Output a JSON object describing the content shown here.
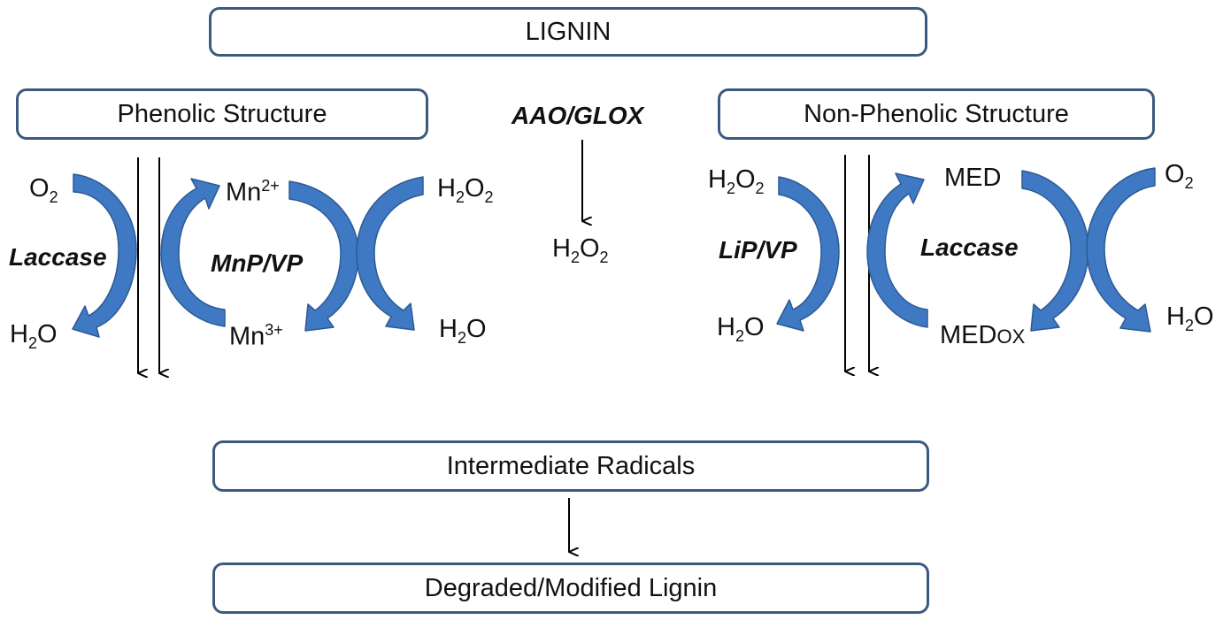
{
  "boxes": {
    "lignin": "LIGNIN",
    "phenolic": "Phenolic Structure",
    "non_phenolic": "Non-Phenolic Structure",
    "intermediate": "Intermediate Radicals",
    "degraded": "Degraded/Modified Lignin"
  },
  "enzymes": {
    "laccase_left": "Laccase",
    "mnp_vp": "MnP/VP",
    "aao_glox": "AAO/GLOX",
    "lip_vp": "LiP/VP",
    "laccase_right": "Laccase"
  },
  "species": {
    "o2_left": {
      "base": "O",
      "sub": "2"
    },
    "h2o_left": {
      "pre": "H",
      "sub": "2",
      "post": "O"
    },
    "mn2": {
      "base": "Mn",
      "sup": "2+"
    },
    "mn3": {
      "base": "Mn",
      "sup": "3+"
    },
    "h2o2_mnp": {
      "pre": "H",
      "sub1": "2",
      "mid": "O",
      "sub2": "2"
    },
    "h2o_mnp": {
      "pre": "H",
      "sub": "2",
      "post": "O"
    },
    "h2o2_aao": {
      "pre": "H",
      "sub1": "2",
      "mid": "O",
      "sub2": "2"
    },
    "h2o2_lip": {
      "pre": "H",
      "sub1": "2",
      "mid": "O",
      "sub2": "2"
    },
    "h2o_lip": {
      "pre": "H",
      "sub": "2",
      "post": "O"
    },
    "med": "MED",
    "medox": {
      "base": "MED",
      "suffix": "OX"
    },
    "o2_right": {
      "base": "O",
      "sub": "2"
    },
    "h2o_right": {
      "pre": "H",
      "sub": "2",
      "post": "O"
    }
  },
  "colors": {
    "box_border": "#3c5a7e",
    "curved_arrow": "#3f79c4",
    "curved_arrow_edge": "#2c5a94"
  }
}
